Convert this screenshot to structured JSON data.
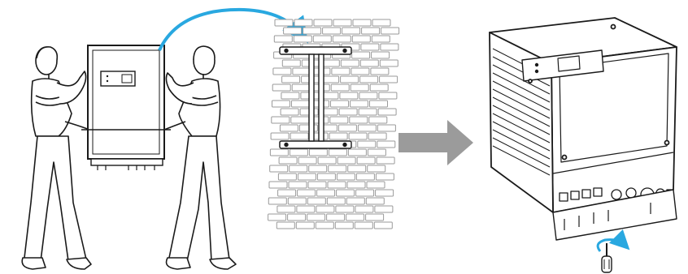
{
  "figure": {
    "steps": [
      {
        "id": "carry-inverter",
        "people": 2
      },
      {
        "id": "wall-bracket"
      },
      {
        "id": "secure-inverter"
      }
    ]
  },
  "colors": {
    "line": "#1a1a1a",
    "curved_arrow": "#29a8e0",
    "direction_arrow": "#9b9b9b",
    "brick_stroke": "#9a9a9a",
    "screw_arrow": "#29a8e0"
  },
  "icons": {
    "lift": "people-lifting-icon",
    "mount": "mounting-bracket-icon",
    "next": "right-arrow-icon",
    "tighten": "screwdriver-icon",
    "rotate": "rotate-arrow-icon"
  }
}
